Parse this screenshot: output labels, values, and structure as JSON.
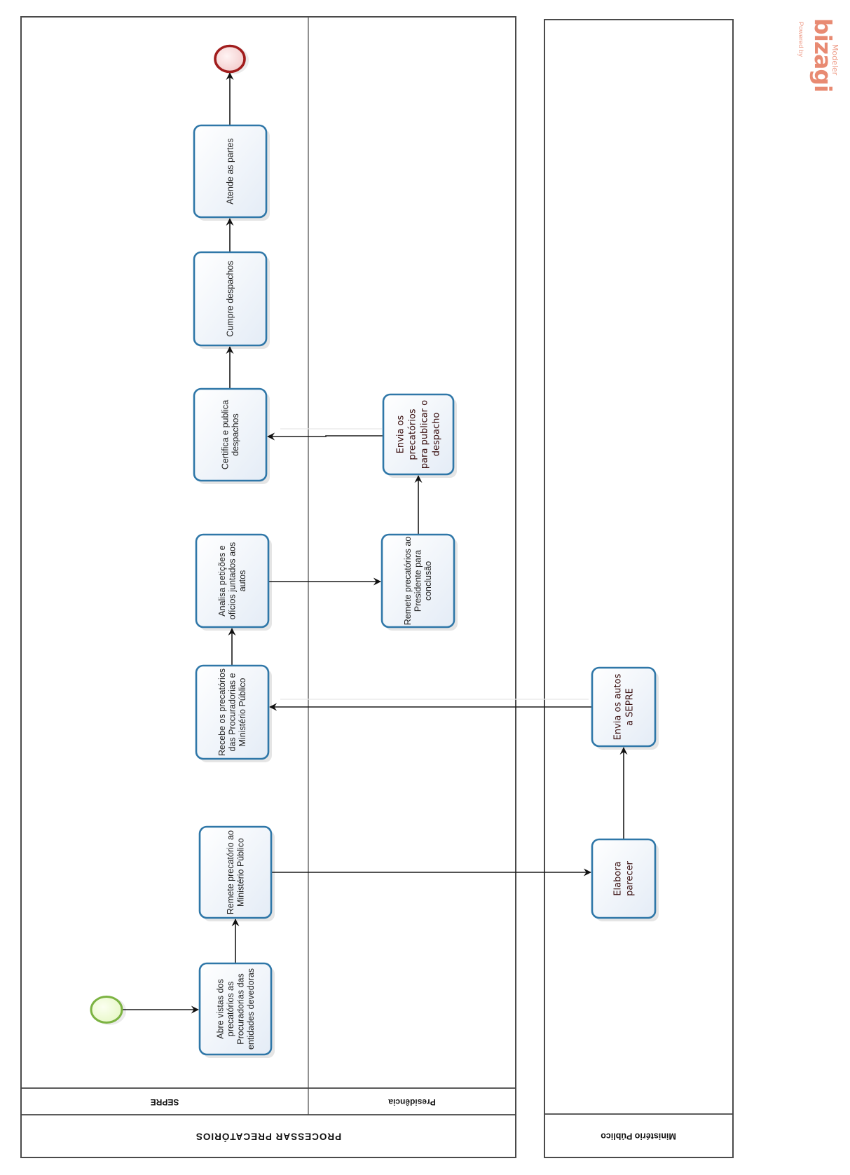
{
  "process": {
    "title": "PROCESSAR PRECATÓRIOS",
    "lanes": [
      {
        "id": "sepre",
        "label": "SEPRE"
      },
      {
        "id": "presidencia",
        "label": "Presidência"
      }
    ]
  },
  "external_pool": {
    "label": "Ministério Público"
  },
  "events": {
    "start": {
      "type": "start-event",
      "lane": "SEPRE"
    },
    "end": {
      "type": "end-event",
      "lane": "SEPRE"
    }
  },
  "tasks": [
    {
      "id": "t1",
      "lane": "SEPRE",
      "lines": [
        "Abre vistas dos",
        "precatórios  as",
        "Procuradorias das",
        "entidades devedoras"
      ]
    },
    {
      "id": "t2",
      "lane": "SEPRE",
      "lines": [
        "Remete precatório ao",
        "Ministério Público"
      ]
    },
    {
      "id": "t3",
      "lane": "Ministério Público",
      "lines": [
        "Elabora",
        "parecer"
      ]
    },
    {
      "id": "t4",
      "lane": "Ministério Público",
      "lines": [
        "Envia os autos",
        "a SEPRE"
      ]
    },
    {
      "id": "t5",
      "lane": "SEPRE",
      "lines": [
        "Recebe os precatórios",
        "das Procuradorias e",
        "Ministério Público"
      ]
    },
    {
      "id": "t6",
      "lane": "SEPRE",
      "lines": [
        "Analisa petições e",
        "ofícios juntados aos",
        "autos"
      ]
    },
    {
      "id": "t7",
      "lane": "Presidência",
      "lines": [
        "Remete precatórios ao",
        "Presidente para",
        "conclusão"
      ]
    },
    {
      "id": "t8",
      "lane": "Presidência",
      "lines": [
        "Envia os",
        "precatórios",
        "para publicar o",
        "despacho"
      ]
    },
    {
      "id": "t9",
      "lane": "SEPRE",
      "lines": [
        "Certifica e publica",
        "despachos"
      ]
    },
    {
      "id": "t10",
      "lane": "SEPRE",
      "lines": [
        "Cumpre despachos"
      ]
    },
    {
      "id": "t11",
      "lane": "SEPRE",
      "lines": [
        "Atende as partes"
      ]
    }
  ],
  "flows": [
    {
      "from": "start",
      "to": "t1"
    },
    {
      "from": "t1",
      "to": "t2"
    },
    {
      "from": "t2",
      "to": "t3"
    },
    {
      "from": "t3",
      "to": "t4"
    },
    {
      "from": "t4",
      "to": "t5"
    },
    {
      "from": "t5",
      "to": "t6"
    },
    {
      "from": "t6",
      "to": "t7"
    },
    {
      "from": "t7",
      "to": "t8"
    },
    {
      "from": "t8",
      "to": "t9"
    },
    {
      "from": "t9",
      "to": "t10"
    },
    {
      "from": "t10",
      "to": "t11"
    },
    {
      "from": "t11",
      "to": "end"
    }
  ],
  "watermark": {
    "powered_by": "Powered by",
    "brand": "bizagi",
    "product": "Modeler"
  },
  "colors": {
    "task_border": "#2f77a8",
    "start_stroke": "#7cb342",
    "start_fill": "#eefbd2",
    "end_stroke": "#a11d1d",
    "end_fill": "#f8dcdc",
    "brand": "#e8907a"
  }
}
